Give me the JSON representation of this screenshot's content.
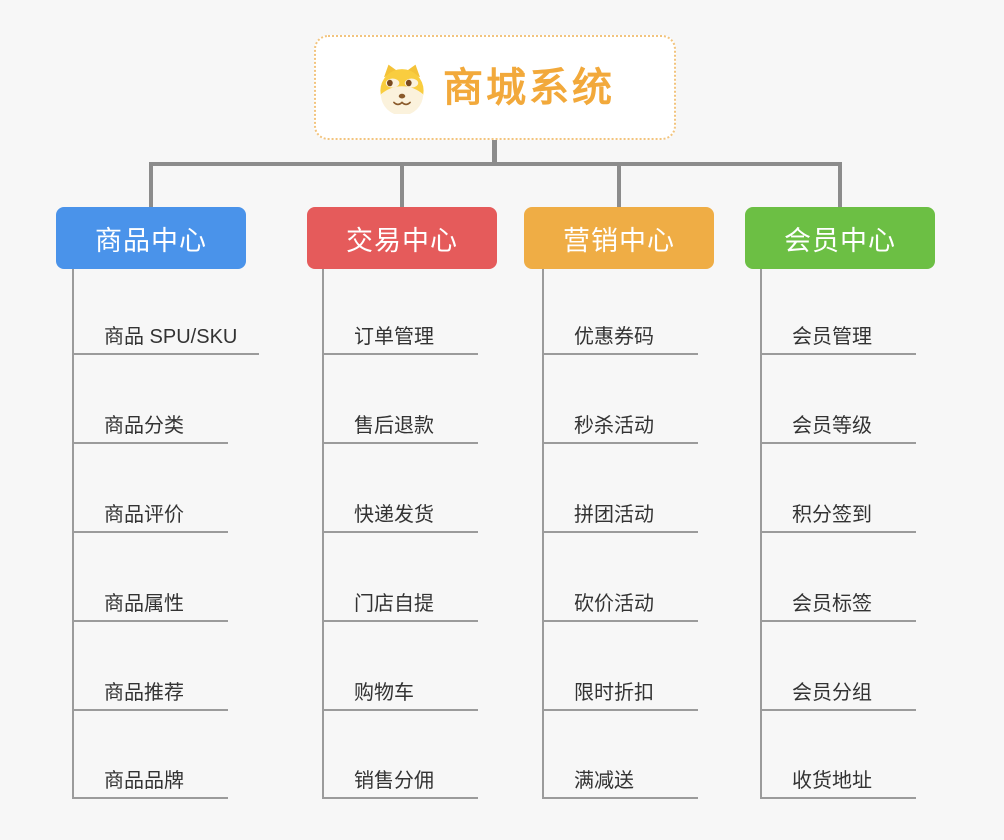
{
  "canvas": {
    "background": "#f7f7f7",
    "connector_color": "#8c8c8c",
    "child_line_color": "#9b9b9b"
  },
  "root": {
    "title": "商城系统",
    "title_color": "#f2a93b",
    "border_color": "#f2c47e",
    "icon": "doge-icon"
  },
  "branches": [
    {
      "label": "商品中心",
      "color": "#4a93ea",
      "items": [
        "商品 SPU/SKU",
        "商品分类",
        "商品评价",
        "商品属性",
        "商品推荐",
        "商品品牌"
      ]
    },
    {
      "label": "交易中心",
      "color": "#e55b5b",
      "items": [
        "订单管理",
        "售后退款",
        "快递发货",
        "门店自提",
        "购物车",
        "销售分佣"
      ]
    },
    {
      "label": "营销中心",
      "color": "#efad45",
      "items": [
        "优惠券码",
        "秒杀活动",
        "拼团活动",
        "砍价活动",
        "限时折扣",
        "满减送"
      ]
    },
    {
      "label": "会员中心",
      "color": "#6cbf44",
      "items": [
        "会员管理",
        "会员等级",
        "积分签到",
        "会员标签",
        "会员分组",
        "收货地址"
      ]
    }
  ]
}
